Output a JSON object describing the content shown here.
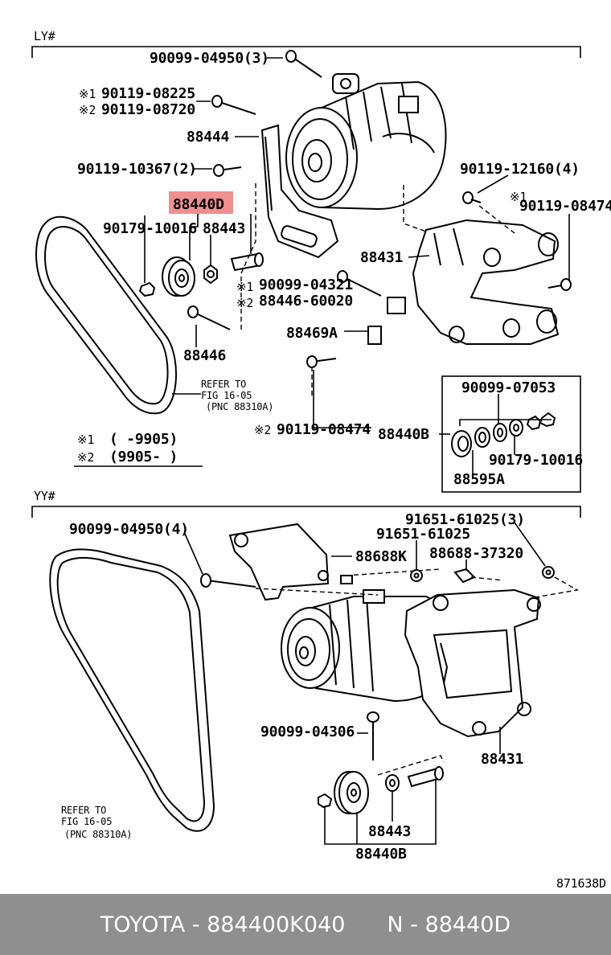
{
  "sections": {
    "top": "LY#",
    "bottom": "YY#"
  },
  "top": {
    "bolt_top": "90099-04950(3)",
    "mark1_a": "※1",
    "bolt_a1": "90119-08225",
    "mark2_a": "※2",
    "bolt_a2": "90119-08720",
    "bracket": "88444",
    "bolt_b": "90119-10367(2)",
    "highlight": "88440D",
    "nut": "90179-10016",
    "spacer": "88443",
    "bolt_c": "90119-12160(4)",
    "mark1_b": "※1",
    "bolt_d": "90119-08474",
    "bracket_main": "88431",
    "mark1_c": "※1",
    "bolt_e": "90099-04321",
    "mark2_c": "※2",
    "bolt_f": "88446-60020",
    "stay": "88469A",
    "bolt_g": "88446",
    "refer1": "REFER TO",
    "refer2": "FIG  16-05",
    "refer3": "(PNC  88310A)",
    "mark2_d": "※2",
    "bolt_h": "90119-08474",
    "key1_mark": "※1",
    "key1_text": "(      -9905)",
    "key2_mark": "※2",
    "key2_text": "(9905-      )",
    "inset_top": "90099-07053",
    "inset_assy": "88440B",
    "inset_nut": "90179-10016",
    "inset_bottom": "88595A"
  },
  "bottom": {
    "bolt_a": "90099-04950(4)",
    "nut_a": "91651-61025(3)",
    "nut_b": "91651-61025",
    "bracket_k": "88688K",
    "clip": "88688-37320",
    "bolt_b": "90099-04306",
    "bracket_main": "88431",
    "spacer": "88443",
    "assy": "88440B",
    "refer1": "REFER TO",
    "refer2": "FIG  16-05",
    "refer3": "(PNC  88310A)"
  },
  "diagram_code": "871638D",
  "footer": {
    "brand_part": "TOYOTA - 884400K040",
    "pnc": "N - 88440D"
  },
  "colors": {
    "highlight": "#ef8f8f",
    "footer_bg": "#8f8f8f"
  }
}
